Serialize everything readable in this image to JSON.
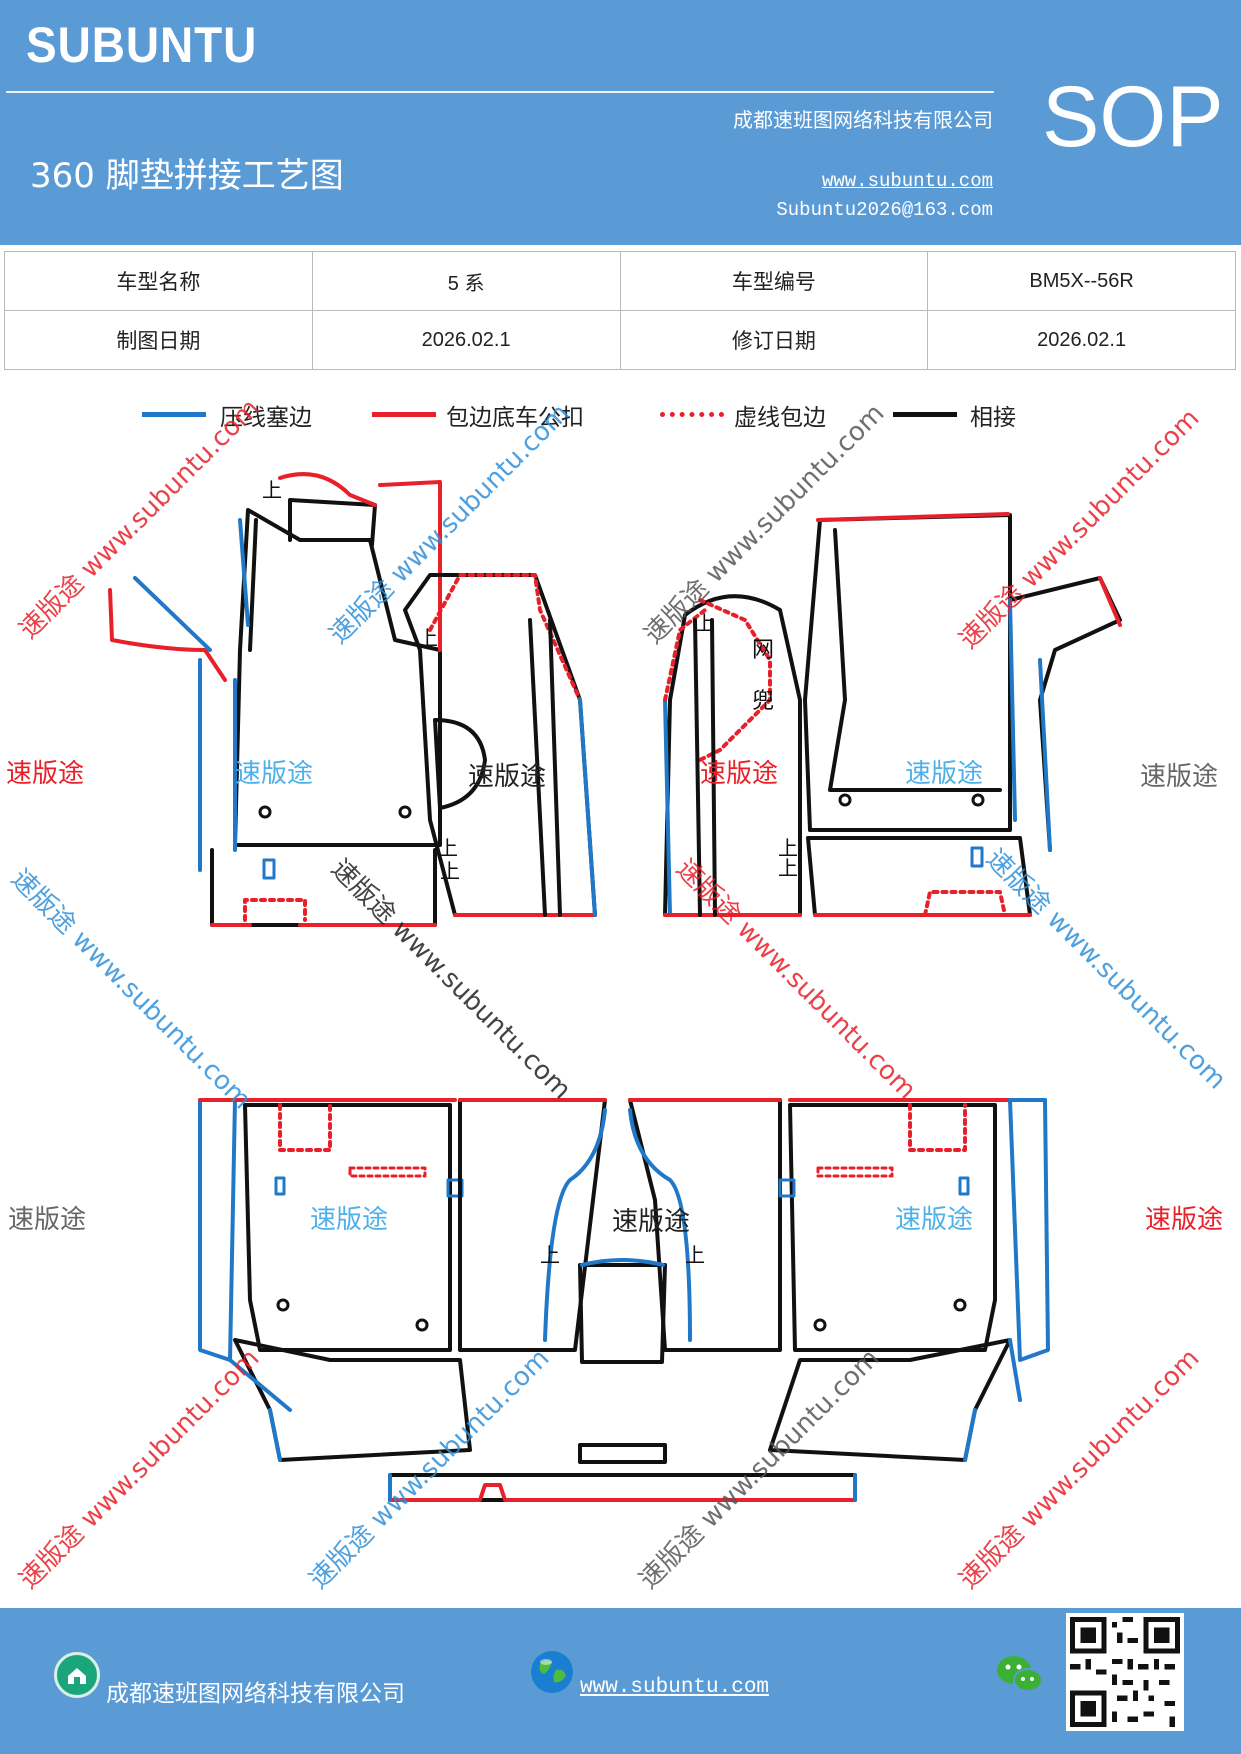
{
  "header": {
    "brand": "SUBUNTU",
    "company": "成都速班图网络科技有限公司",
    "title": "360 脚垫拼接工艺图",
    "website": "www.subuntu.com",
    "email": "Subuntu2026@163.com",
    "badge": "SOP",
    "background_color": "#5b9bd5"
  },
  "info_table": {
    "rows": [
      [
        "车型名称",
        "5 系",
        "车型编号",
        "BM5X--56R"
      ],
      [
        "制图日期",
        "2026.02.1",
        "修订日期",
        "2026.02.1"
      ]
    ]
  },
  "legend": [
    {
      "label": "压线塞边",
      "color": "#1f78c8",
      "style": "solid"
    },
    {
      "label": "包边底车公扣",
      "color": "#e8202a",
      "style": "solid"
    },
    {
      "label": "虚线包边",
      "color": "#e8202a",
      "style": "dotted"
    },
    {
      "label": "相接",
      "color": "#111111",
      "style": "solid"
    }
  ],
  "drawing": {
    "part_labels": {
      "front_left": "速版途",
      "front_left_side": "速版途",
      "front_right_side": "速版途",
      "front_right": "速版途",
      "rear_left": "速版途",
      "rear_middle": "速版途",
      "rear_right": "速版途"
    },
    "margin_labels": {
      "left_top": "速版途",
      "right_top": "速版途",
      "left_bottom": "速版途",
      "right_bottom": "速版途"
    },
    "up_mark": "上",
    "net_pocket": [
      "网",
      "兜"
    ],
    "watermark": "速版途 www.subuntu.com",
    "colors": {
      "press": "#1f78c8",
      "bind": "#e8202a",
      "join": "#111111",
      "watermark_red": "#e8202a",
      "watermark_blue": "#2f8fd8",
      "label_blue": "#4fb0e8",
      "label_gray": "#666666"
    }
  },
  "footer": {
    "company": "成都速班图网络科技有限公司",
    "website": "www.subuntu.com",
    "icons": [
      "home-icon",
      "globe-icon",
      "wechat-icon",
      "qr-code"
    ]
  }
}
